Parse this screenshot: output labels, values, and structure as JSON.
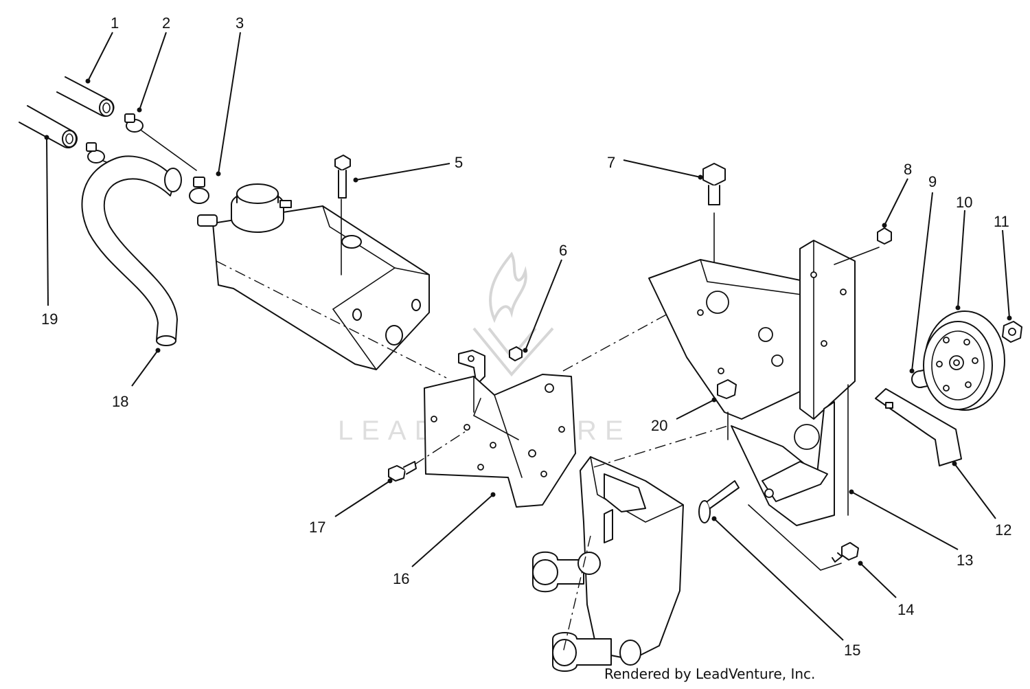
{
  "diagram": {
    "callouts": [
      "1",
      "2",
      "3",
      "5",
      "6",
      "7",
      "8",
      "9",
      "10",
      "11",
      "12",
      "13",
      "14",
      "15",
      "16",
      "17",
      "18",
      "19",
      "20"
    ]
  },
  "watermark": {
    "brand": "LEADVENTURE"
  },
  "footer": {
    "credit": "Rendered by LeadVenture, Inc."
  }
}
